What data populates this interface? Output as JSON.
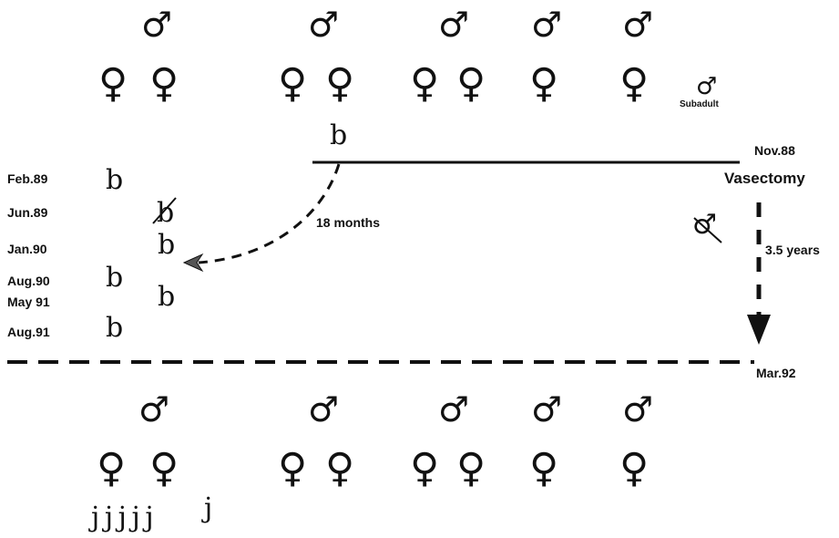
{
  "symbols": {
    "male": "♂",
    "female": "♀",
    "birth": "b",
    "juvenile": "j",
    "vasectomized_male": "♂"
  },
  "dates": {
    "nov88": "Nov.88",
    "mar92": "Mar.92",
    "feb89": "Feb.89",
    "jun89": "Jun.89",
    "jan90": "Jan.90",
    "aug90": "Aug.90",
    "may91": "May 91",
    "aug91": "Aug.91"
  },
  "labels": {
    "vasectomy": "Vasectomy",
    "subadult": "Subadult",
    "months18": "18  months",
    "years35": "3.5  years"
  },
  "juveniles": {
    "group": "j j j j j",
    "single": "j"
  }
}
